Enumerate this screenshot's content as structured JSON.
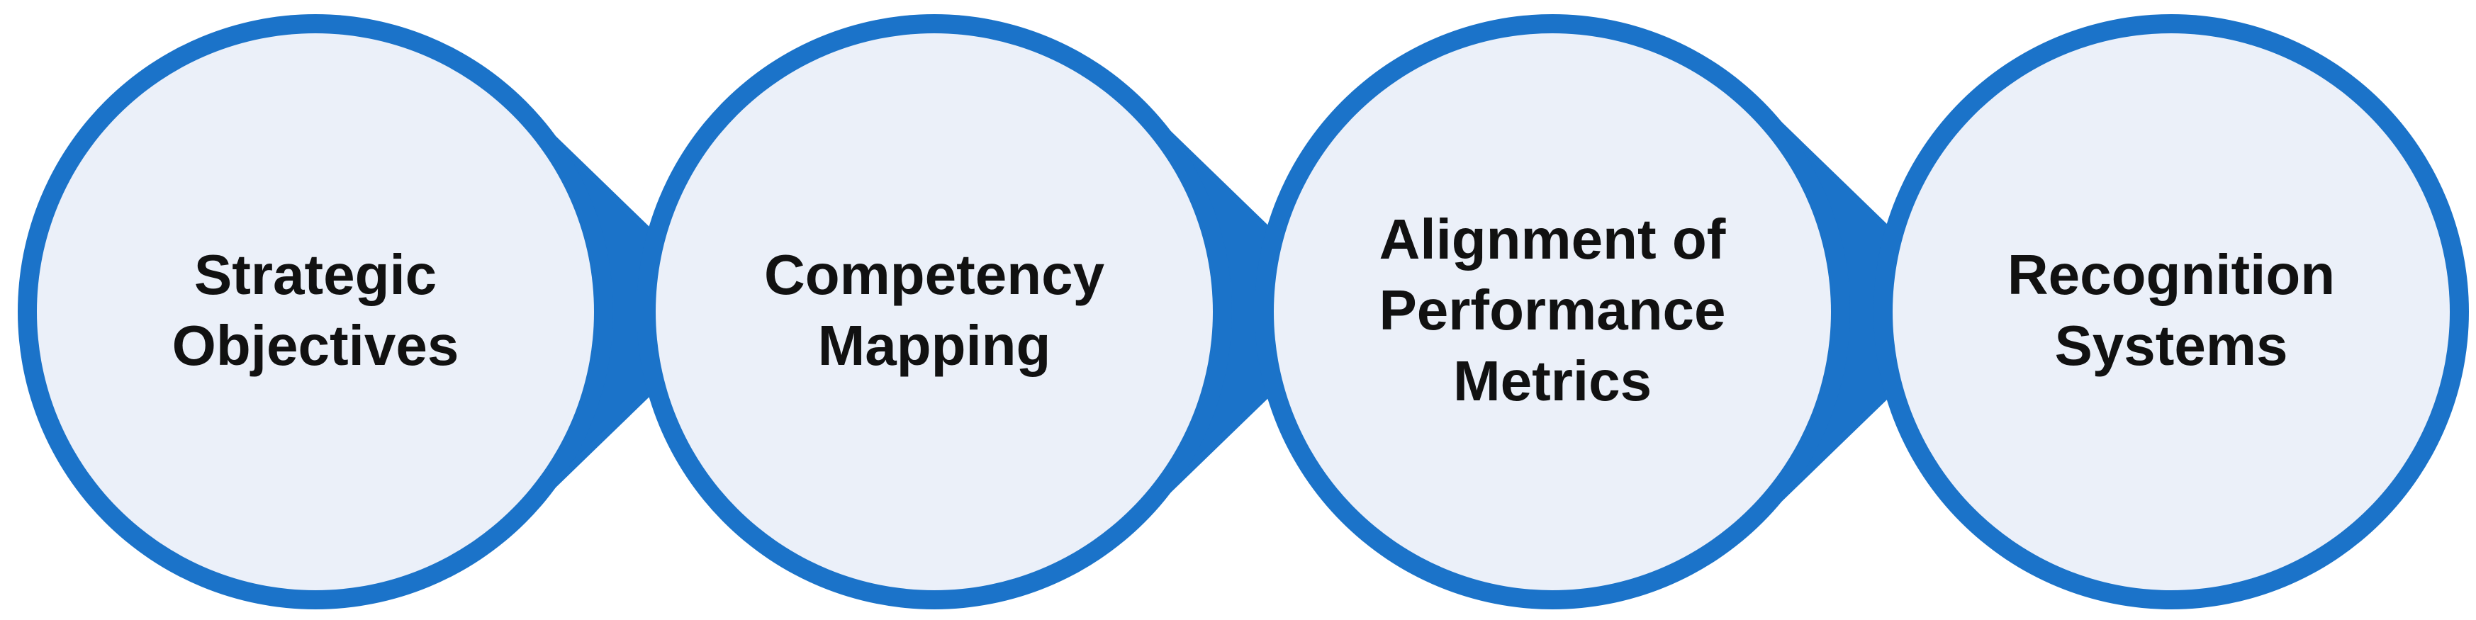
{
  "colors": {
    "ring": "#1b73c9",
    "fill": "#ebf0f9",
    "arrow": "#1b73c9",
    "text": "#111111"
  },
  "steps": [
    {
      "lines": [
        "Strategic",
        "Objectives"
      ]
    },
    {
      "lines": [
        "Competency",
        "Mapping"
      ]
    },
    {
      "lines": [
        "Alignment of",
        "Performance",
        "Metrics"
      ]
    },
    {
      "lines": [
        "Recognition",
        "Systems"
      ]
    }
  ]
}
